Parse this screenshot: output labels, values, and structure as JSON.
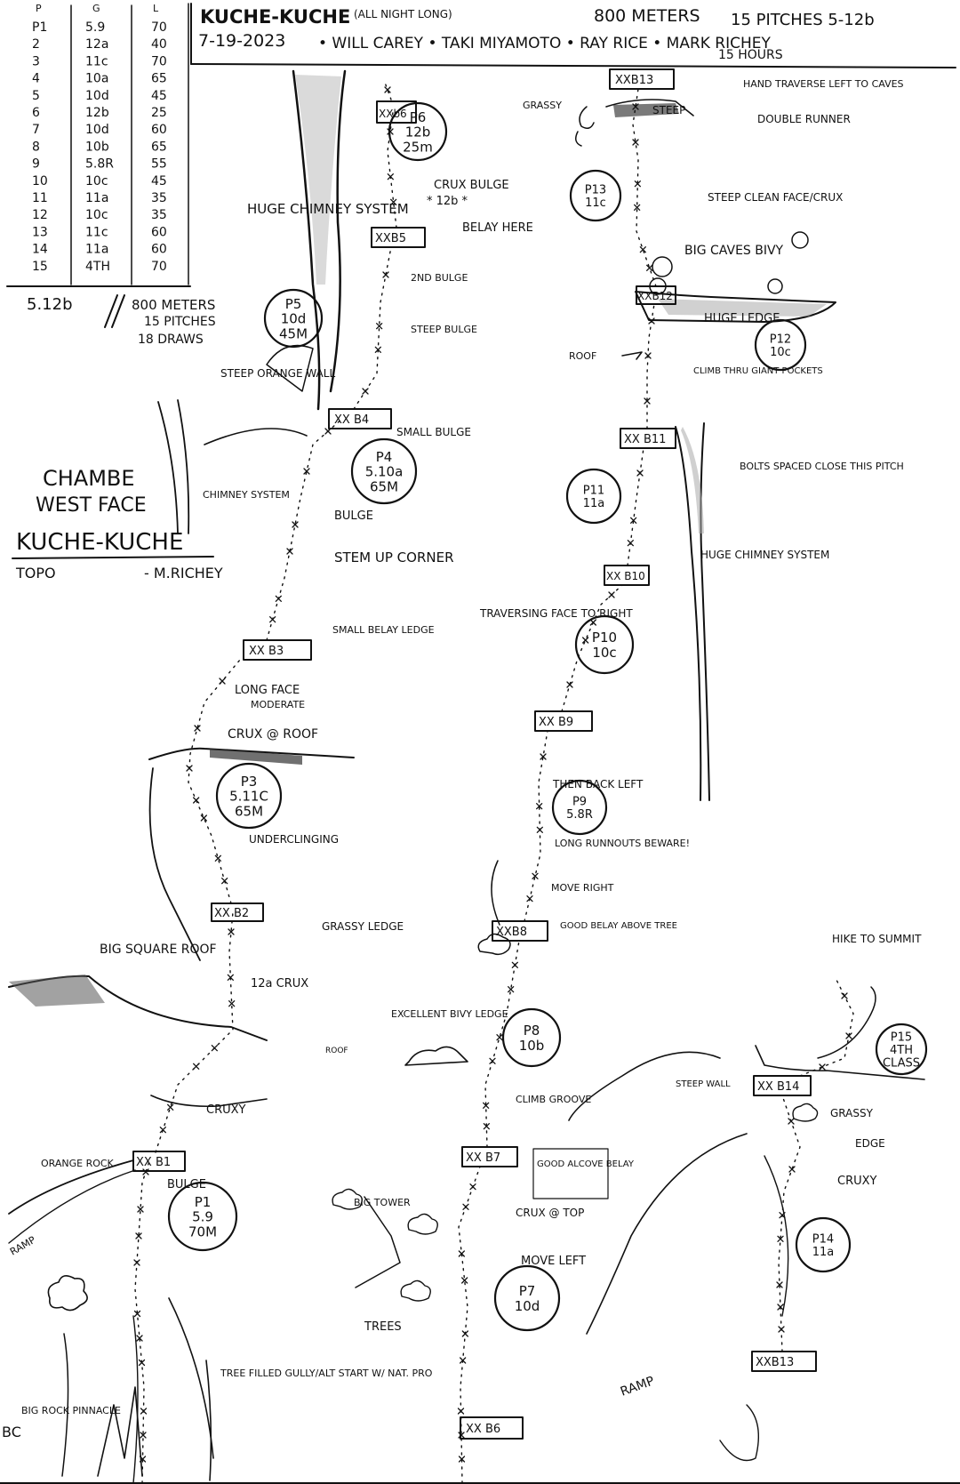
{
  "header": {
    "route_name": "KUCHE-KUCHE",
    "route_subtitle": "(ALL NIGHT LONG)",
    "height": "800 METERS",
    "pitches_grade": "15 PITCHES 5-12b",
    "date": "7-19-2023",
    "team": "• WILL CAREY • TAKI MIYAMOTO • RAY RICE • MARK RICHEY",
    "duration": "15 HOURS"
  },
  "pitch_table": {
    "headers": [
      "P",
      "G",
      "L"
    ],
    "rows": [
      [
        "P1",
        "5.9",
        "70"
      ],
      [
        "2",
        "12a",
        "40"
      ],
      [
        "3",
        "11c",
        "70"
      ],
      [
        "4",
        "10a",
        "65"
      ],
      [
        "5",
        "10d",
        "45"
      ],
      [
        "6",
        "12b",
        "25"
      ],
      [
        "7",
        "10d",
        "60"
      ],
      [
        "8",
        "10b",
        "65"
      ],
      [
        "9",
        "5.8R",
        "55"
      ],
      [
        "10",
        "10c",
        "45"
      ],
      [
        "11",
        "11a",
        "35"
      ],
      [
        "12",
        "10c",
        "35"
      ],
      [
        "13",
        "11c",
        "60"
      ],
      [
        "14",
        "11a",
        "60"
      ],
      [
        "15",
        "4TH",
        "70"
      ]
    ]
  },
  "summary": {
    "grade": "5.12b",
    "line1": "800 METERS",
    "line2": "15 PITCHES",
    "line3": "18 DRAWS"
  },
  "title_block": {
    "line1": "CHAMBE",
    "line2": "WEST FACE",
    "line3": "KUCHE-KUCHE",
    "topo_label": "TOPO",
    "author": "- M.RICHEY"
  },
  "pitch_labels": [
    {
      "id": "P1",
      "grade": "5.9",
      "length": "70M"
    },
    {
      "id": "P3",
      "grade": "5.11C",
      "length": "65M"
    },
    {
      "id": "P4",
      "grade": "5.10a",
      "length": "65M"
    },
    {
      "id": "P5",
      "grade": "10d",
      "length": "45M"
    },
    {
      "id": "P6",
      "grade": "12b",
      "length": "25m"
    },
    {
      "id": "P7",
      "grade": "10d",
      "length": ""
    },
    {
      "id": "P8",
      "grade": "10b",
      "length": ""
    },
    {
      "id": "P9",
      "grade": "5.8R",
      "length": ""
    },
    {
      "id": "P10",
      "grade": "10c",
      "length": ""
    },
    {
      "id": "P11",
      "grade": "11a",
      "length": ""
    },
    {
      "id": "P12",
      "grade": "10c",
      "length": ""
    },
    {
      "id": "P13",
      "grade": "11c",
      "length": ""
    },
    {
      "id": "P14",
      "grade": "11a",
      "length": ""
    },
    {
      "id": "P15",
      "grade": "4TH",
      "length": "CLASS"
    }
  ],
  "belays": {
    "b1": "XX B1",
    "b2": "XX B2",
    "b3": "XX B3",
    "b4": "XX B4",
    "b5": "XXB5",
    "b6": "XX B6",
    "b7": "XX B7",
    "b8": "XXB8",
    "b9": "XX B9",
    "b10": "XX B10",
    "b11": "XX B11",
    "b12": "XXB12",
    "b13": "XXB13",
    "b13b": "XXB13",
    "b14": "XX B14",
    "b6top": "XXb6"
  },
  "annotations": {
    "huge_chimney": "HUGE CHIMNEY SYSTEM",
    "crux_bulge": "CRUX BULGE",
    "crux_bulge_grade": "* 12b *",
    "belay_here": "BELAY HERE",
    "second_bulge": "2ND BULGE",
    "steep_bulge": "STEEP BULGE",
    "steep_orange_wall": "STEEP ORANGE WALL",
    "small_bulge": "SMALL BULGE",
    "chimney_system": "CHIMNEY SYSTEM",
    "bulge": "BULGE",
    "stem_up_corner": "STEM UP CORNER",
    "small_belay_ledge": "SMALL BELAY LEDGE",
    "long_face": "LONG FACE",
    "moderate": "MODERATE",
    "crux_roof": "CRUX @ ROOF",
    "underclinging": "UNDERCLINGING",
    "grassy_ledge": "GRASSY LEDGE",
    "big_square_roof": "BIG SQUARE ROOF",
    "crux_12a": "12a CRUX",
    "roof_small": "ROOF",
    "cruxy": "CRUXY",
    "orange_rock": "ORANGE ROCK",
    "bulge2": "BULGE",
    "ramp": "RAMP",
    "tree_gully": "TREE FILLED GULLY/ALT START W/ NAT. PRO",
    "big_rock_pinnacle": "BIG ROCK PINNACLE",
    "bc": "BC",
    "hand_traverse": "HAND TRAVERSE LEFT TO CAVES",
    "grassy": "GRASSY",
    "steep": "STEEP",
    "double_runner": "DOUBLE RUNNER",
    "steep_clean_face": "STEEP CLEAN FACE/CRUX",
    "big_caves_bivy": "BIG CAVES BIVY",
    "huge_ledge": "HUGE LEDGE",
    "roof": "ROOF",
    "climb_thru_pockets": "CLIMB THRU GIANT POCKETS",
    "bolts_spaced": "BOLTS SPACED CLOSE THIS PITCH",
    "huge_chimney2": "HUGE CHIMNEY SYSTEM",
    "traversing_face": "TRAVERSING FACE TO RIGHT",
    "then_back_left": "THEN BACK LEFT",
    "long_runnouts": "LONG RUNNOUTS BEWARE!",
    "move_right": "MOVE RIGHT",
    "good_belay": "GOOD BELAY ABOVE TREE",
    "excellent_bivy": "EXCELLENT BIVY LEDGE",
    "climb_groove": "CLIMB GROOVE",
    "good_alcove": "GOOD ALCOVE BELAY",
    "crux_top": "CRUX @ TOP",
    "big_tower": "BIG TOWER",
    "move_left": "MOVE LEFT",
    "trees": "TREES",
    "hike_summit": "HIKE TO SUMMIT",
    "steep_wall": "STEEP WALL",
    "grassy2": "GRASSY",
    "edge": "EDGE",
    "cruxy2": "CRUXY",
    "ramp2": "RAMP"
  }
}
